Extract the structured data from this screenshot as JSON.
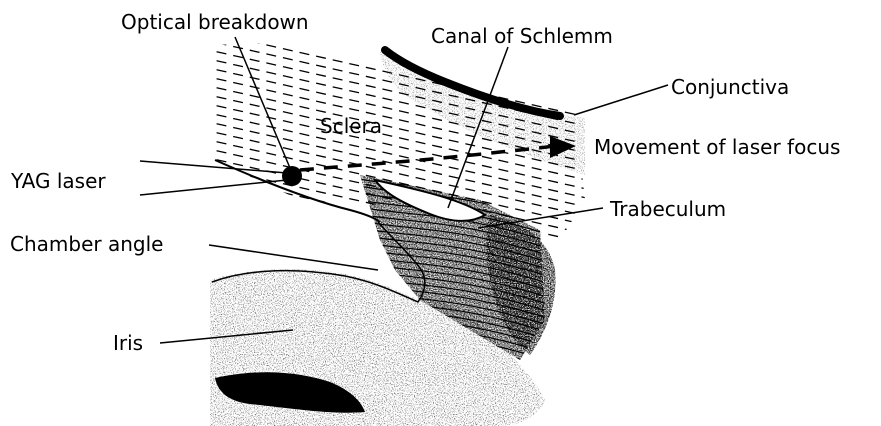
{
  "labels": {
    "optical_breakdown": "Optical breakdown",
    "canal_of_schlemm": "Canal of Schlemm",
    "conjunctiva": "Conjunctiva",
    "sclera": "Sclera",
    "movement_of_laser_focus": "Movement of laser focus",
    "yag_laser": "YAG laser",
    "trabeculum": "Trabeculum",
    "chamber_angle": "Chamber angle",
    "iris": "Iris"
  }
}
